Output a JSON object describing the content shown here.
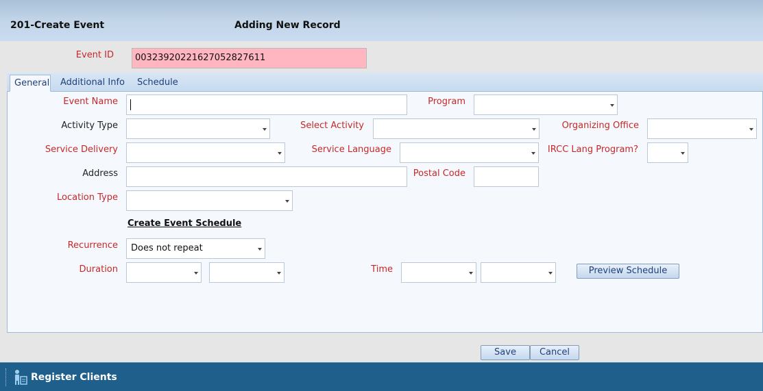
{
  "header": {
    "title": "201-Create Event",
    "mode": "Adding New Record"
  },
  "event_id": {
    "label": "Event ID",
    "value": "003239202216270528276​11"
  },
  "tabs": [
    {
      "label": "General"
    },
    {
      "label": "Additional Info"
    },
    {
      "label": "Schedule"
    }
  ],
  "form": {
    "event_name": {
      "label": "Event Name",
      "value": ""
    },
    "program": {
      "label": "Program",
      "value": ""
    },
    "activity_type": {
      "label": "Activity Type",
      "value": ""
    },
    "select_activity": {
      "label": "Select Activity",
      "value": ""
    },
    "organizing_office": {
      "label": "Organizing Office",
      "value": ""
    },
    "service_delivery": {
      "label": "Service Delivery",
      "value": ""
    },
    "service_language": {
      "label": "Service Language",
      "value": ""
    },
    "ircc_lang_program": {
      "label": "IRCC Lang Program?",
      "value": ""
    },
    "address": {
      "label": "Address",
      "value": ""
    },
    "postal_code": {
      "label": "Postal Code",
      "value": ""
    },
    "location_type": {
      "label": "Location Type",
      "value": ""
    }
  },
  "schedule": {
    "link": "Create Event Schedule",
    "recurrence": {
      "label": "Recurrence",
      "value": "Does not repeat"
    },
    "duration": {
      "label": "Duration",
      "value1": "",
      "value2": ""
    },
    "time": {
      "label": "Time",
      "value1": "",
      "value2": ""
    },
    "preview_button": "Preview Schedule"
  },
  "actions": {
    "save": "Save",
    "cancel": "Cancel"
  },
  "footer": {
    "label": "Register Clients"
  },
  "colors": {
    "required_label": "#c62828",
    "event_id_bg": "#ffb6c1",
    "footer_bg": "#1f5f8b"
  }
}
